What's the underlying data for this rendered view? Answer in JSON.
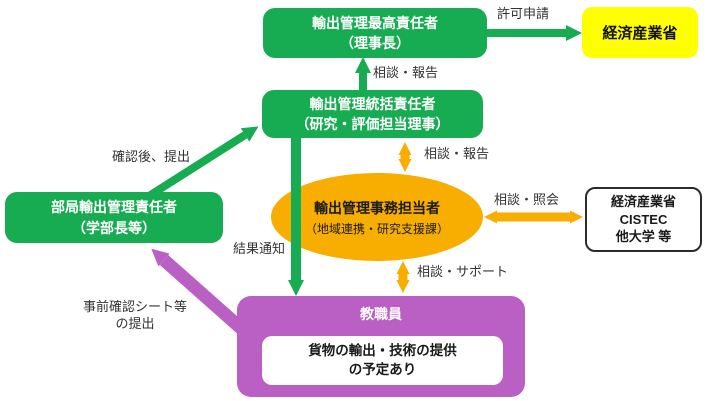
{
  "diagram": {
    "colors": {
      "green": "#17ab52",
      "yellow": "#ffff00",
      "orange": "#f8ae00",
      "purple": "#ba5fc4"
    },
    "nodes": {
      "chief": {
        "line1": "輸出管理最高責任者",
        "line2": "（理事長）"
      },
      "meti": {
        "label": "経済産業省"
      },
      "supervisor": {
        "line1": "輸出管理統括責任者",
        "line2": "（研究・評価担当理事）"
      },
      "dept": {
        "line1": "部局輸出管理責任者",
        "line2": "（学部長等）"
      },
      "admin": {
        "line1": "輸出管理事務担当者",
        "line2": "（地域連携・研究支援課）"
      },
      "external": {
        "line1": "経済産業省",
        "line2": "CISTEC",
        "line3": "他大学 等"
      },
      "staff": {
        "title": "教職員",
        "inner_line1": "貨物の輸出・技術の提供",
        "inner_line2": "の予定あり"
      }
    },
    "labels": {
      "permit": "許可申請",
      "consult_report_top": "相談・報告",
      "consult_report_mid": "相談・報告",
      "consult_inquiry": "相談・照会",
      "confirm_submit": "確認後、提出",
      "result_notice": "結果通知",
      "consult_support": "相談・サポート",
      "preconfirm_line1": "事前確認シート等",
      "preconfirm_line2": "の提出"
    }
  }
}
